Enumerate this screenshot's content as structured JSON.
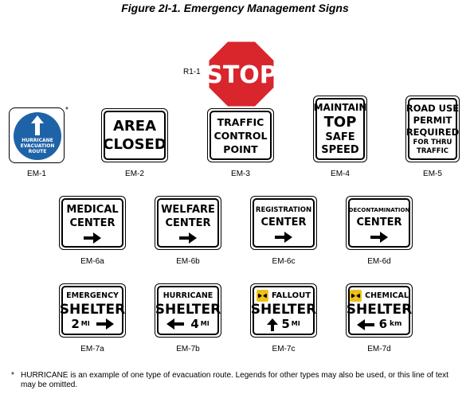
{
  "title": "Figure 2I-1.  Emergency Management Signs",
  "stop": {
    "label": "R1-1",
    "text": "STOP",
    "color": "#d8262c"
  },
  "em1": {
    "caption": "EM-1",
    "asterisk": "*",
    "lines": [
      "HURRICANE",
      "EVACUATION",
      "ROUTE"
    ],
    "icon": "up-arrow-icon",
    "color": "#1e63a8"
  },
  "em2": {
    "caption": "EM-2",
    "lines": [
      "AREA",
      "CLOSED"
    ]
  },
  "em3": {
    "caption": "EM-3",
    "lines": [
      "TRAFFIC",
      "CONTROL",
      "POINT"
    ]
  },
  "em4": {
    "caption": "EM-4",
    "lines": [
      "MAINTAIN",
      "TOP",
      "SAFE",
      "SPEED"
    ]
  },
  "em5": {
    "caption": "EM-5",
    "lines": [
      "ROAD USE",
      "PERMIT",
      "REQUIRED",
      "FOR THRU",
      "TRAFFIC"
    ]
  },
  "em6a": {
    "caption": "EM-6a",
    "lines": [
      "MEDICAL",
      "CENTER"
    ],
    "icon": "right-arrow-icon"
  },
  "em6b": {
    "caption": "EM-6b",
    "lines": [
      "WELFARE",
      "CENTER"
    ],
    "icon": "right-arrow-icon"
  },
  "em6c": {
    "caption": "EM-6c",
    "lines": [
      "REGISTRATION",
      "CENTER"
    ],
    "icon": "right-arrow-icon"
  },
  "em6d": {
    "caption": "EM-6d",
    "lines": [
      "DECONTAMINATION",
      "CENTER"
    ],
    "icon": "right-arrow-icon"
  },
  "em7a": {
    "caption": "EM-7a",
    "top": "EMERGENCY",
    "shelter": "SHELTER",
    "dist": "2",
    "unit": "MI",
    "icon": "right-arrow-icon"
  },
  "em7b": {
    "caption": "EM-7b",
    "top": "HURRICANE",
    "shelter": "SHELTER",
    "dist": "4",
    "unit": "MI",
    "icon": "left-arrow-icon"
  },
  "em7c": {
    "caption": "EM-7c",
    "top": "FALLOUT",
    "shelter": "SHELTER",
    "dist": "5",
    "unit": "MI",
    "icon": "up-arrow-icon",
    "symbol": "fallout-symbol-icon"
  },
  "em7d": {
    "caption": "EM-7d",
    "top": "CHEMICAL",
    "shelter": "SHELTER",
    "dist": "6",
    "unit": "km",
    "icon": "left-arrow-icon",
    "symbol": "fallout-symbol-icon"
  },
  "footnote": {
    "marker": "*",
    "text": "HURRICANE is an example of one type of evacuation route.  Legends for other types may also be used, or this line of text may be omitted."
  },
  "colors": {
    "fallout_yellow": "#f2c21b",
    "ink": "#000000"
  }
}
